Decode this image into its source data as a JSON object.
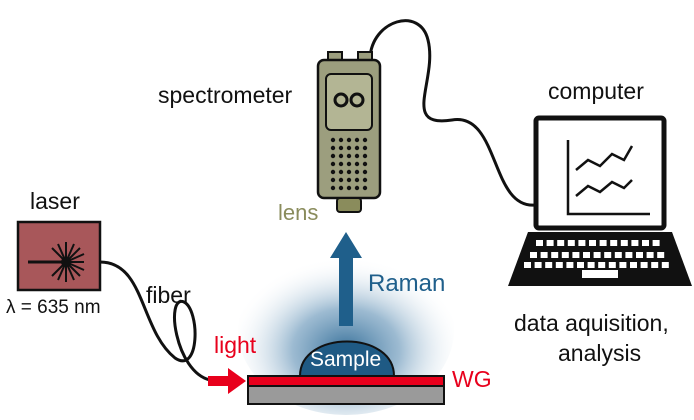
{
  "labels": {
    "spectrometer": "spectrometer",
    "computer": "computer",
    "laser": "laser",
    "wavelength": "λ = 635 nm",
    "fiber": "fiber",
    "lens": "lens",
    "raman": "Raman",
    "light": "light",
    "sample": "Sample",
    "wg": "WG",
    "data_line1": "data aquisition,",
    "data_line2": "analysis"
  },
  "colors": {
    "light": "#e8001c",
    "raman": "#1f5f8b",
    "lens": "#8a8c5c",
    "waveguide": "#e8001c",
    "substrate": "#9a9a9a",
    "spectrometer_body": "#9c9e7e",
    "laser_body": "#a8575a",
    "glow": "#2e6a95",
    "sample": "#1f5a84"
  },
  "icons": {
    "laser": "laser-box-icon",
    "spectrometer": "spectrometer-icon",
    "computer": "laptop-icon"
  }
}
